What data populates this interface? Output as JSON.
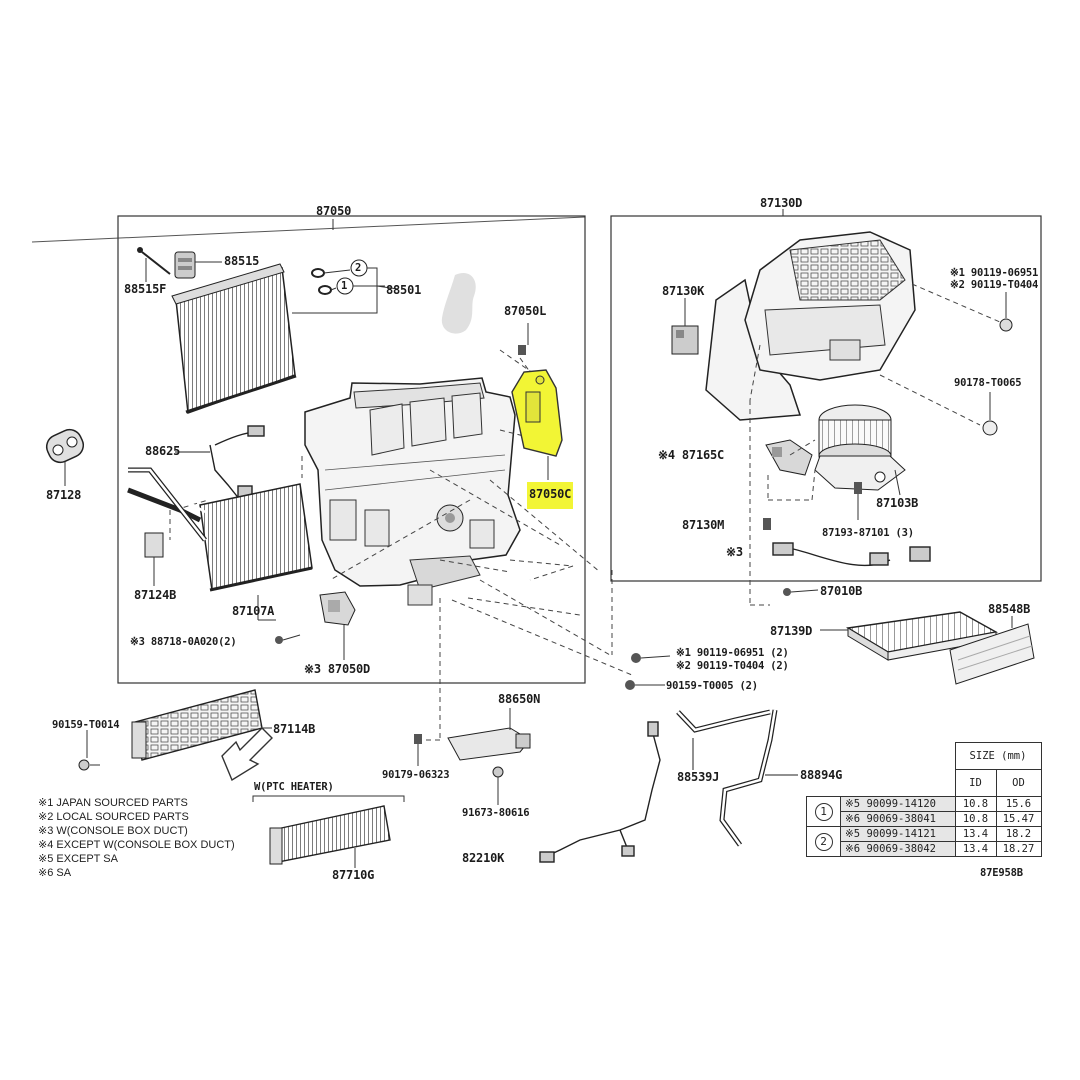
{
  "group_labels": {
    "evap_housing": "87050",
    "blower": "87130D"
  },
  "parts": {
    "p88515": "88515",
    "p88515F": "88515F",
    "p88501": "88501",
    "circ2": "2",
    "circ1": "1",
    "p87050L": "87050L",
    "p87050C": "87050C",
    "p88625": "88625",
    "p87128": "87128",
    "p87124B": "87124B",
    "p87107A": "87107A",
    "p88718": "※3 88718-0A020(2)",
    "p87050D": "※3 87050D",
    "p87130K": "87130K",
    "p90119a": "※1 90119-06951",
    "p90119b": "※2 90119-T0404",
    "p90178": "90178-T0065",
    "p87165C": "※4 87165C",
    "p87103B": "87103B",
    "p87130M": "87130M",
    "p87193": "87193-87101 (3)",
    "p_star3": "※3",
    "p87010B": "87010B",
    "p88548B": "88548B",
    "p87139D": "87139D",
    "p90119c": "※1 90119-06951 (2)",
    "p90119d": "※2 90119-T0404 (2)",
    "p90159a": "90159-T0005 (2)",
    "p90159b": "90159-T0014",
    "p87114B": "87114B",
    "p88650N": "88650N",
    "p90179": "90179-06323",
    "p91673": "91673-80616",
    "p82210K": "82210K",
    "p88539J": "88539J",
    "p88894G": "88894G",
    "p87710G": "87710G",
    "ptc": "W(PTC HEATER)",
    "diagram_code": "87E958B"
  },
  "notes": [
    "※1 JAPAN SOURCED PARTS",
    "※2 LOCAL SOURCED PARTS",
    "※3 W(CONSOLE BOX DUCT)",
    "※4 EXCEPT W(CONSOLE BOX DUCT)",
    "※5 EXCEPT SA",
    "※6 SA"
  ],
  "size_table": {
    "title": "SIZE (mm)",
    "col_id": "ID",
    "col_od": "OD",
    "rows": [
      {
        "group": "1",
        "part": "※5 90099-14120",
        "id": "10.8",
        "od": "15.6"
      },
      {
        "group": "",
        "part": "※6 90069-38041",
        "id": "10.8",
        "od": "15.47"
      },
      {
        "group": "2",
        "part": "※5 90099-14121",
        "id": "13.4",
        "od": "18.2"
      },
      {
        "group": "",
        "part": "※6 90069-38042",
        "id": "13.4",
        "od": "18.27"
      }
    ]
  },
  "colors": {
    "highlight": "#f2f535",
    "line": "#333333",
    "part_fill": "#f4f4f4"
  }
}
